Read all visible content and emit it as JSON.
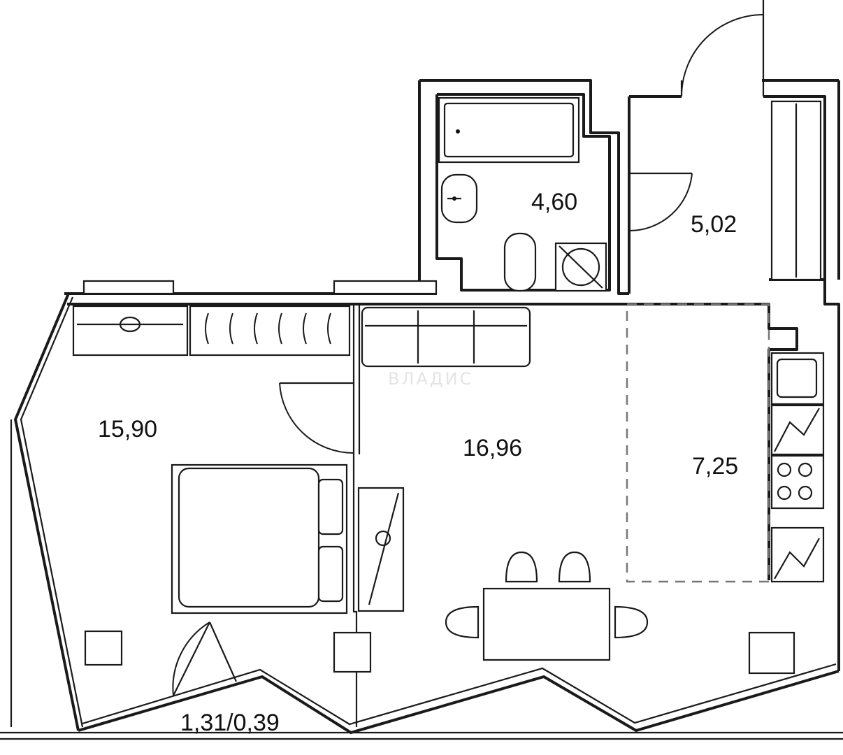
{
  "rooms": [
    {
      "id": "bathroom",
      "area": "4,60"
    },
    {
      "id": "hallway",
      "area": "5,02"
    },
    {
      "id": "bedroom",
      "area": "15,90"
    },
    {
      "id": "living",
      "area": "16,96"
    },
    {
      "id": "kitchen",
      "area": "7,25"
    },
    {
      "id": "balcony",
      "area": "1,31/0,39"
    }
  ],
  "watermark": "ВЛАДИС"
}
